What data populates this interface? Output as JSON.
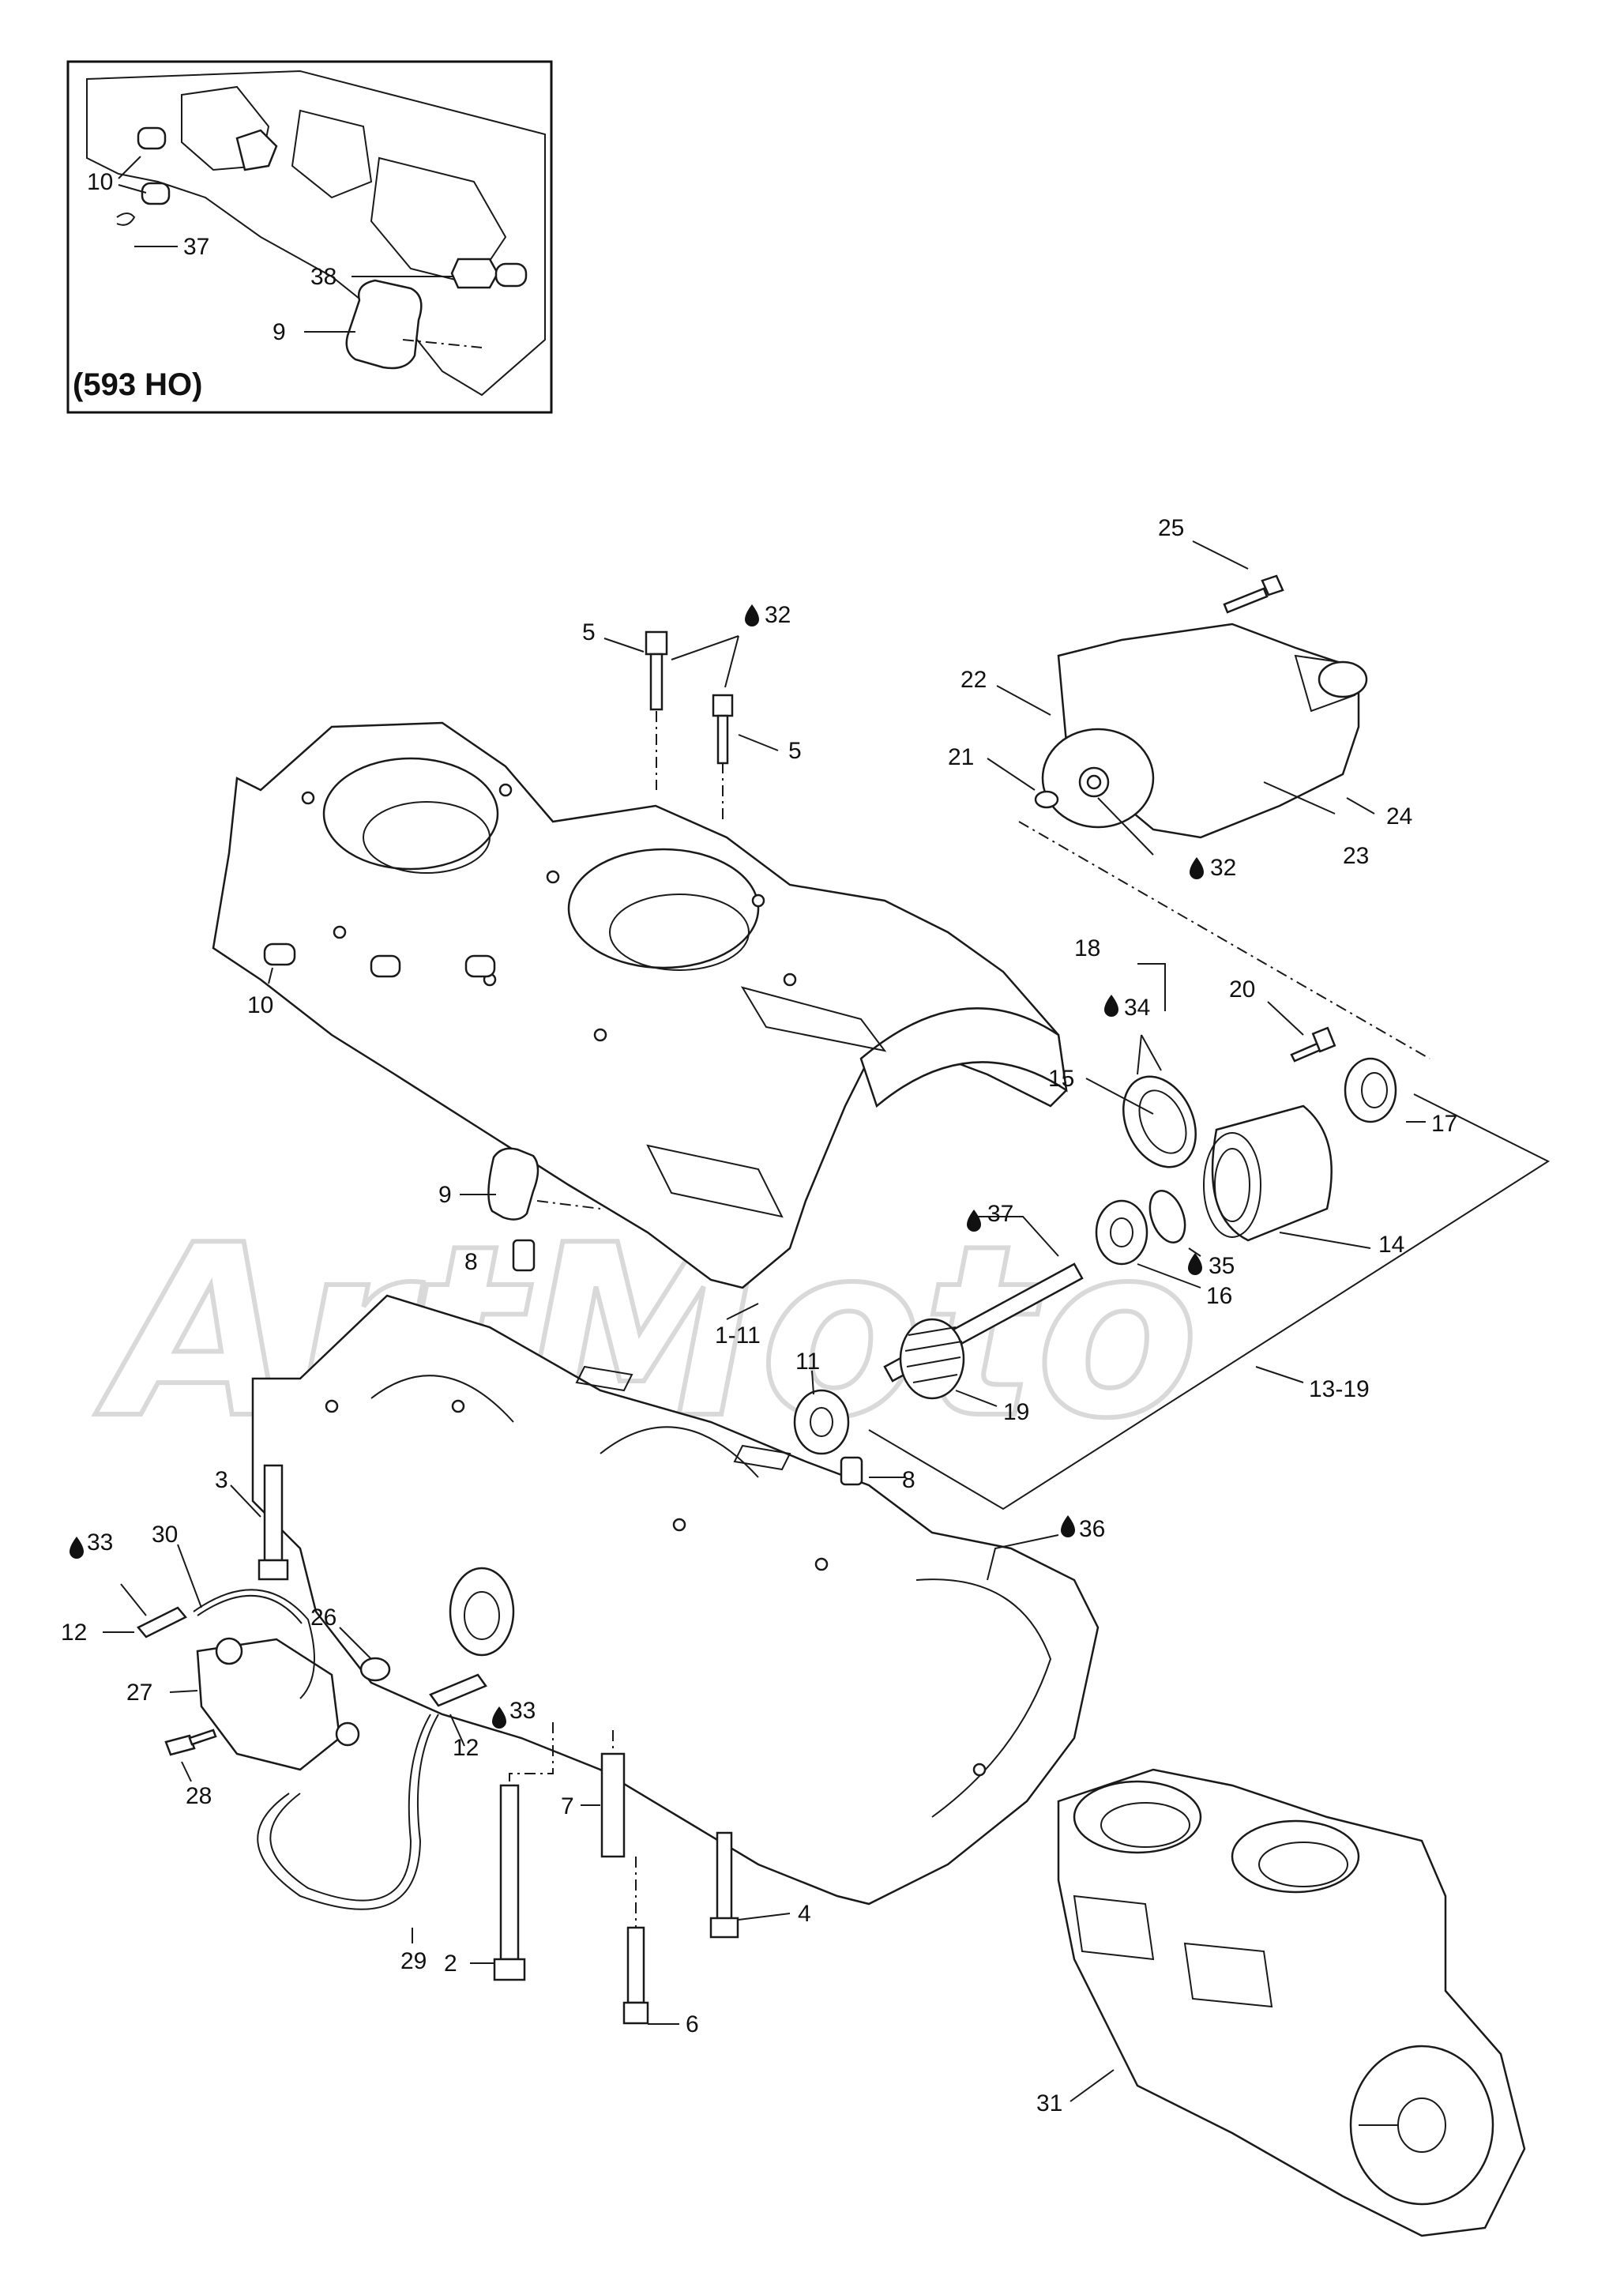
{
  "inset": {
    "title": "(593 HO)",
    "callouts": [
      "10",
      "37",
      "38",
      "9"
    ]
  },
  "watermark": "ArtMoto",
  "callouts": {
    "c25": "25",
    "c5a": "5",
    "c32a": "32",
    "c5b": "5",
    "c22": "22",
    "c21": "21",
    "c24": "24",
    "c23": "23",
    "c32b": "32",
    "c10": "10",
    "c18": "18",
    "c34": "34",
    "c20": "20",
    "c9": "9",
    "c15": "15",
    "c17": "17",
    "c37": "37",
    "c14": "14",
    "c35": "35",
    "c8a": "8",
    "c16": "16",
    "c1_11": "1-11",
    "c11": "11",
    "c13_19": "13-19",
    "c19": "19",
    "c8b": "8",
    "c3": "3",
    "c30": "30",
    "c33a": "33",
    "c36": "36",
    "c12a": "12",
    "c26": "26",
    "c27": "27",
    "c33b": "33",
    "c12b": "12",
    "c28": "28",
    "c7": "7",
    "c4": "4",
    "c2": "2",
    "c29": "29",
    "c6": "6",
    "c31": "31"
  },
  "icons": {
    "lubricant": "oil-drop-icon"
  }
}
